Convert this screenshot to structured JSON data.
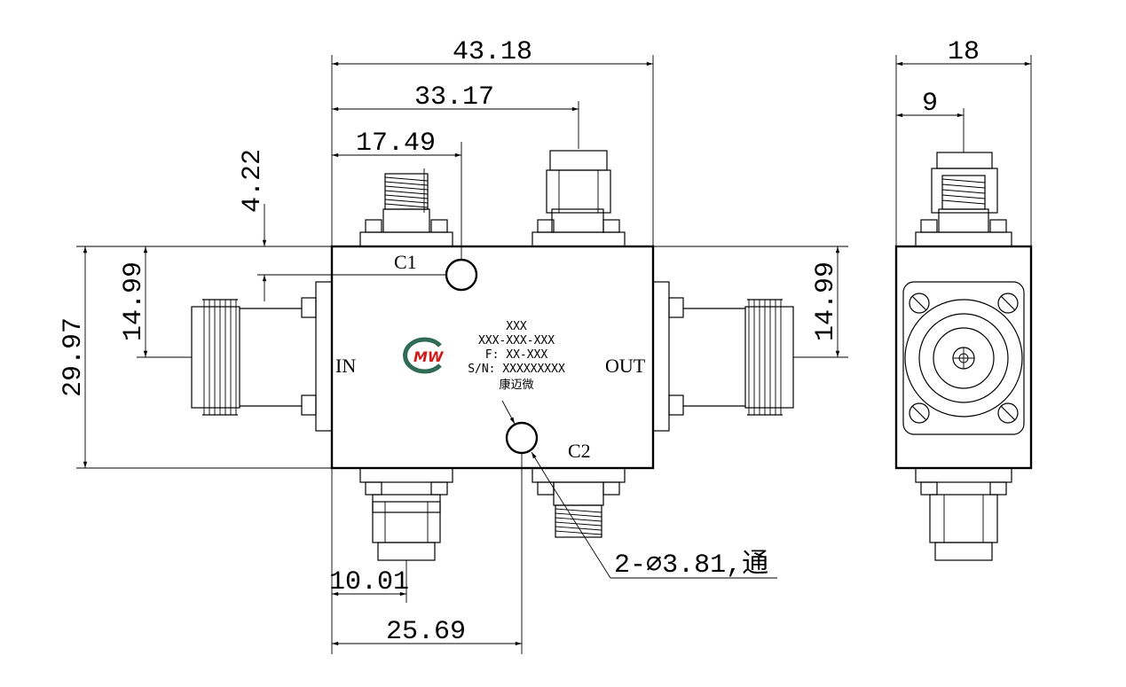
{
  "dimensions": {
    "overall_width": "43.18",
    "output_port_x": "33.17",
    "c1_x": "17.49",
    "c1_offset_top": "4.22",
    "body_height": "29.97",
    "in_port_height": "14.99",
    "out_port_height": "14.99",
    "in_bottom_port_x": "10.01",
    "c2_x": "25.69",
    "side_width": "18",
    "side_port_x": "9"
  },
  "labels": {
    "c1": "C1",
    "c2": "C2",
    "port_in": "IN",
    "port_out": "OUT",
    "hole_note": "2-∅3.81,通"
  },
  "nameplate": {
    "line1": "XXX",
    "line2": "XXX-XXX-XXX",
    "line3": "F: XX-XXX",
    "line4": "S/N: XXXXXXXXX",
    "line5": "康迈微"
  },
  "logo": {
    "text": "MW",
    "colors": {
      "ring": "#2f6b55",
      "mark": "#d11a1a"
    }
  }
}
